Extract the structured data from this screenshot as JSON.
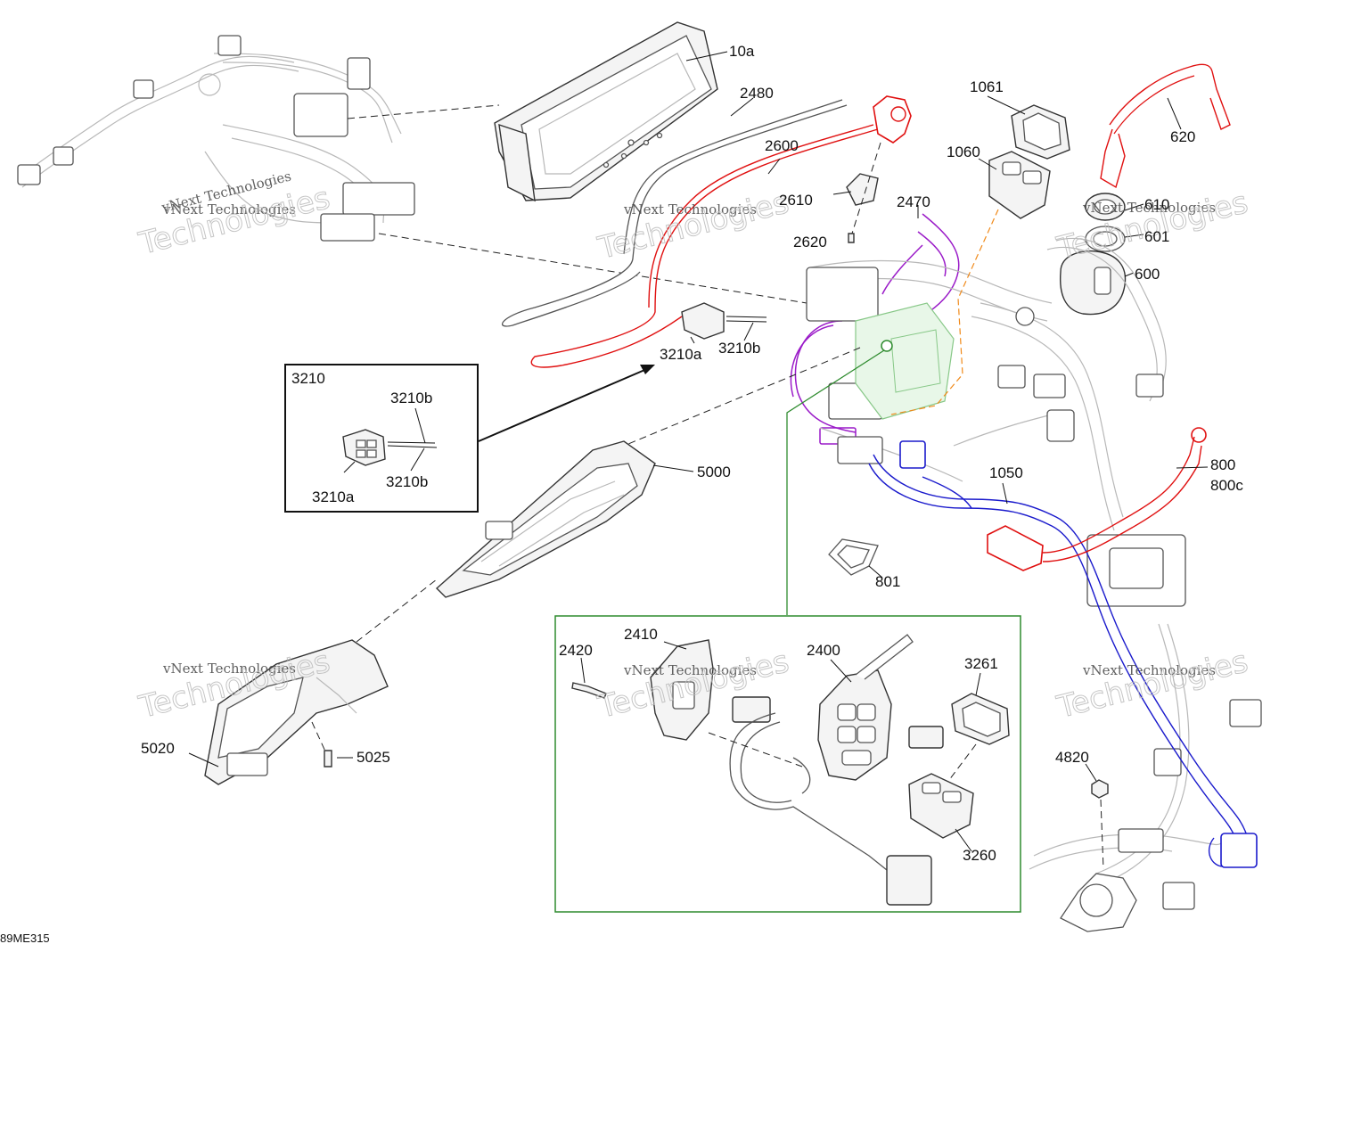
{
  "diagram": {
    "code": "89ME315",
    "watermark_line1": "vNext Technologies",
    "watermark_line2": "Technologies",
    "callouts": {
      "c10a": "10a",
      "c2480": "2480",
      "c2600": "2600",
      "c2610": "2610",
      "c2620": "2620",
      "c2470": "2470",
      "c1061": "1061",
      "c1060": "1060",
      "c620": "620",
      "c610": "610",
      "c601": "601",
      "c600": "600",
      "c3210a": "3210a",
      "c3210b": "3210b",
      "c5000": "5000",
      "c1050": "1050",
      "c800": "800",
      "c800c": "800c",
      "c801": "801",
      "c5020": "5020",
      "c5025": "5025",
      "c4820": "4820"
    },
    "inset_3210": {
      "title": "3210",
      "label_a": "3210a",
      "label_b_top": "3210b",
      "label_b_bottom": "3210b"
    },
    "inset_2400": {
      "c2420": "2420",
      "c2410": "2410",
      "c2400": "2400",
      "c3261": "3261",
      "c3260": "3260"
    },
    "colors": {
      "red_wire": "#e01010",
      "blue_wire": "#1a1acc",
      "purple_wire": "#9a1ac8",
      "orange_dash": "#f08a1a",
      "green_line": "#2e8b2e",
      "green_parts": "#b8e8b8"
    }
  }
}
